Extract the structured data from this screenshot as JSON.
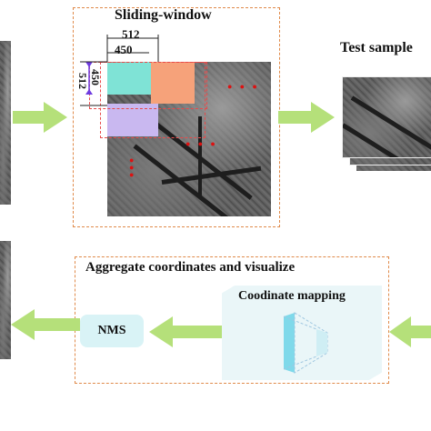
{
  "sliding_window": {
    "title": "Sliding-window",
    "dim_512_top": "512",
    "dim_450_top": "450",
    "dim_450_left": "450",
    "dim_512_left": "512"
  },
  "test_samples": {
    "title": "Test sample"
  },
  "aggregate": {
    "title": "Aggregate coordinates and visualize",
    "mapping_label": "Coodinate mapping",
    "nms_label": "NMS"
  },
  "colors": {
    "arrow": "#b5e07a",
    "dashed_border": "#e08a4a",
    "tile_cyan": "#7fe3d6",
    "tile_orange": "#f6a27a",
    "tile_lavender": "#c9b8f0",
    "pill_bg": "#d9f3f6"
  }
}
